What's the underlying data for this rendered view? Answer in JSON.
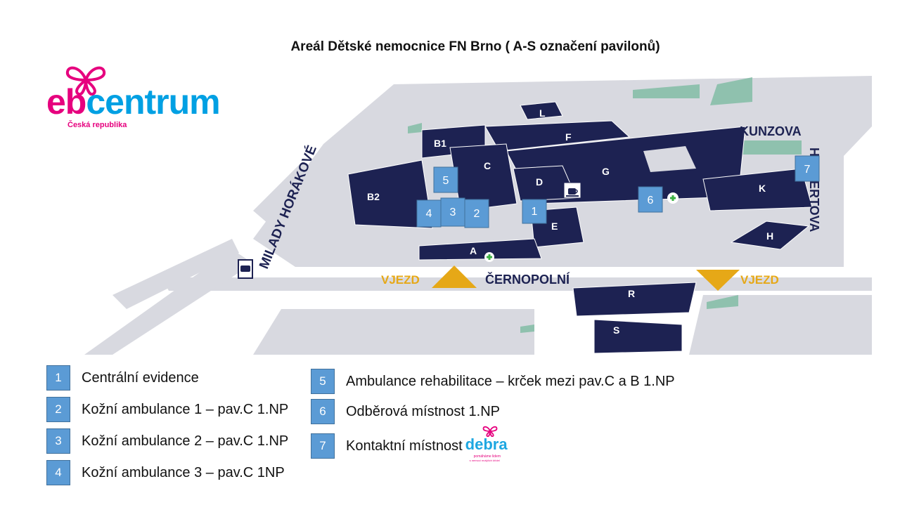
{
  "title": "Areál Dětské nemocnice FN Brno ( A-S označení pavilonů)",
  "logo": {
    "eb": "eb",
    "centrum": "centrum",
    "subtitle": "Česká republika"
  },
  "colors": {
    "building": "#1d2252",
    "road": "#d8d9e0",
    "green": "#8fc1ae",
    "badge": "#5b9bd5",
    "entrance": "#e6a817",
    "street_text": "#1d2252",
    "entrance_text": "#e6a817"
  },
  "streets": {
    "kunzova": "KUNZOVA",
    "helfertova": "HELFERTOVA",
    "cernopolni": "ČERNOPOLNÍ",
    "milady": "MILADY HORÁKOVÉ"
  },
  "entrances": {
    "left": "VJEZD",
    "right": "VJEZD"
  },
  "pavilions": {
    "A": "A",
    "B1": "B1",
    "B2": "B2",
    "C": "C",
    "D": "D",
    "E": "E",
    "F": "F",
    "G": "G",
    "H": "H",
    "K": "K",
    "L": "L",
    "R": "R",
    "S": "S"
  },
  "map_badges": {
    "b1": "1",
    "b2": "2",
    "b3": "3",
    "b4": "4",
    "b5": "5",
    "b6": "6",
    "b7": "7"
  },
  "icons": {
    "cafe": "coffee-cup-icon",
    "pharmacy": "pharmacy-cross-icon",
    "bus": "bus-stop-icon"
  },
  "legend": [
    {
      "num": "1",
      "text": "Centrální evidence"
    },
    {
      "num": "2",
      "text": "Kožní ambulance 1 – pav.C 1.NP"
    },
    {
      "num": "3",
      "text": "Kožní ambulance 2 – pav.C 1.NP"
    },
    {
      "num": "4",
      "text": "Kožní ambulance 3 – pav.C 1NP"
    },
    {
      "num": "5",
      "text": "Ambulance rehabilitace – krček mezi pav.C a B 1.NP"
    },
    {
      "num": "6",
      "text": "Odběrová místnost 1.NP"
    },
    {
      "num": "7",
      "text": "Kontaktní místnost"
    }
  ],
  "debra": {
    "word": "debra",
    "line1": "pomáháme lidem",
    "line2": "s nemocí motýlích křídel"
  }
}
